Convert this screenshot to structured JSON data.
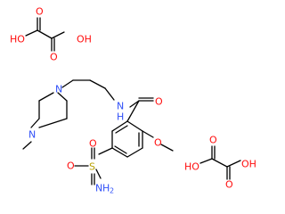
{
  "colors": {
    "bond": "#000000",
    "oxygen": "#ff0d0d",
    "nitrogen": "#3050f8",
    "sulfur": "#b8a000",
    "background": "#ffffff"
  },
  "oxalic_top": {
    "left_hydroxyl": "HO",
    "right_hydroxyl": "OH",
    "carbonyl_left": "O",
    "carbonyl_right": "O"
  },
  "oxalic_bottom": {
    "left_hydroxyl": "HO",
    "right_hydroxyl": "OH",
    "carbonyl_left": "O",
    "carbonyl_right": "O"
  },
  "main": {
    "piperazine_n_top": "N",
    "piperazine_n_bottom": "N",
    "amide_nh": "N",
    "amide_h": "H",
    "amide_o": "O",
    "methoxy_o": "O",
    "sulfonyl_s": "S",
    "sulfonyl_o_top": "O",
    "sulfonyl_o_bottom": "O",
    "amino_n": "N",
    "amino_h": "H",
    "amino_sub": "2"
  }
}
